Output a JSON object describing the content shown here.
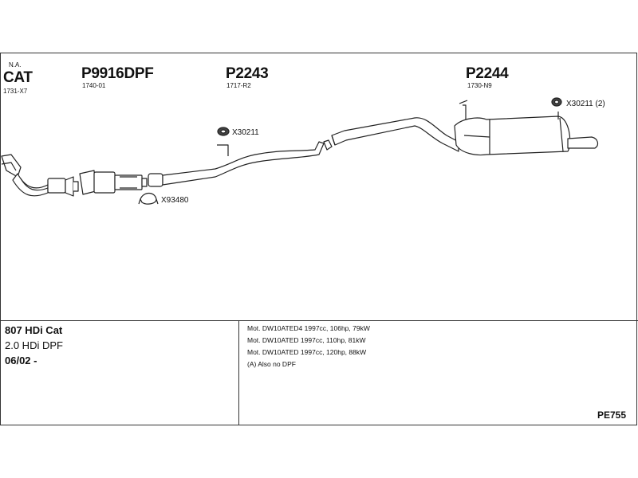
{
  "header": {
    "cat": {
      "note": "N.A.",
      "code": "CAT",
      "ref": "1731-X7"
    },
    "sections": [
      {
        "code": "P9916DPF",
        "ref": "1740-01"
      },
      {
        "code": "P2243",
        "ref": "1717-R2"
      },
      {
        "code": "P2244",
        "ref": "1730-N9"
      }
    ]
  },
  "parts": [
    {
      "label": "X30211"
    },
    {
      "label": "X93480"
    },
    {
      "label": "X30211 (2)"
    }
  ],
  "vehicle": {
    "model": "807 HDi Cat",
    "engine": "2.0 HDi DPF",
    "date": "06/02 -"
  },
  "specs": [
    "Mot. DW10ATED4 1997cc, 106hp, 79kW",
    "Mot. DW10ATED 1997cc, 110hp, 81kW",
    "Mot. DW10ATED 1997cc, 120hp, 88kW",
    "(A) Also no DPF"
  ],
  "diagram_code": "PE755"
}
